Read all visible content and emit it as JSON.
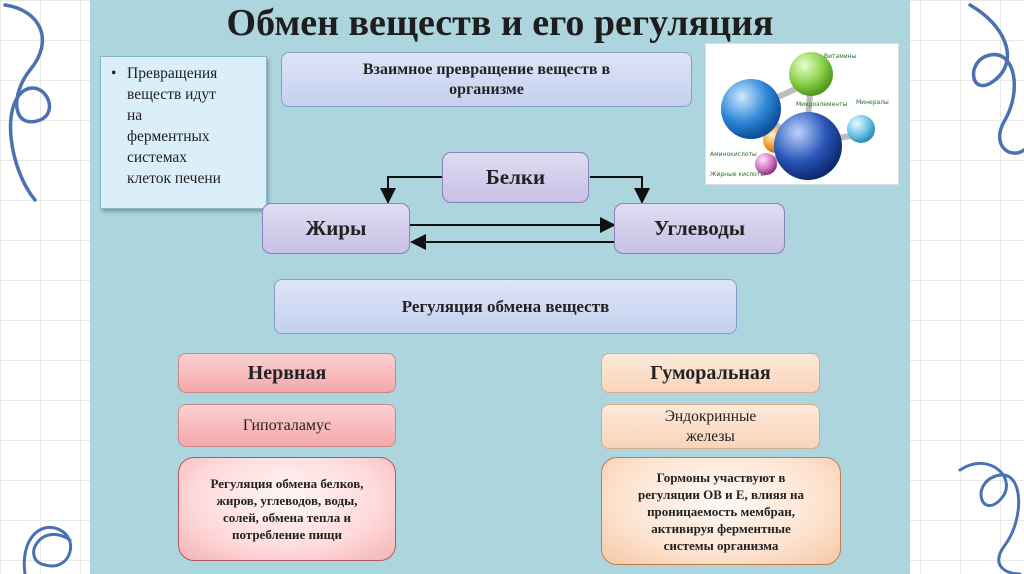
{
  "title": "Обмен веществ и его регуляция",
  "note": {
    "bullet": "•",
    "text_lines": [
      "Превращения",
      "веществ идут",
      "на",
      "ферментных",
      "системах",
      "клеток печени"
    ]
  },
  "interconversion": {
    "lines": [
      "Взаимное превращение веществ в",
      "организме"
    ],
    "proteins": "Белки",
    "fats": "Жиры",
    "carbs": "Углеводы"
  },
  "illustration": {
    "labels": [
      "Витамины",
      "Микроэлементы",
      "Минералы",
      "Аминокислоты",
      "Жирные кислоты"
    ]
  },
  "regulation": {
    "header": "Регуляция обмена веществ",
    "nervous": {
      "title": "Нервная",
      "organ": "Гипоталамус",
      "desc_lines": [
        "Регуляция обмена белков,",
        "жиров, углеводов, воды,",
        "солей, обмена тепла и",
        "потребление пищи"
      ]
    },
    "humoral": {
      "title": "Гуморальная",
      "organ_lines": [
        "Эндокринные",
        "железы"
      ],
      "desc_lines": [
        "Гормоны участвуют в",
        "регуляции ОВ и Е, влияя на",
        "проницаемость мембран,",
        "активируя ферментные",
        "системы организма"
      ]
    }
  }
}
